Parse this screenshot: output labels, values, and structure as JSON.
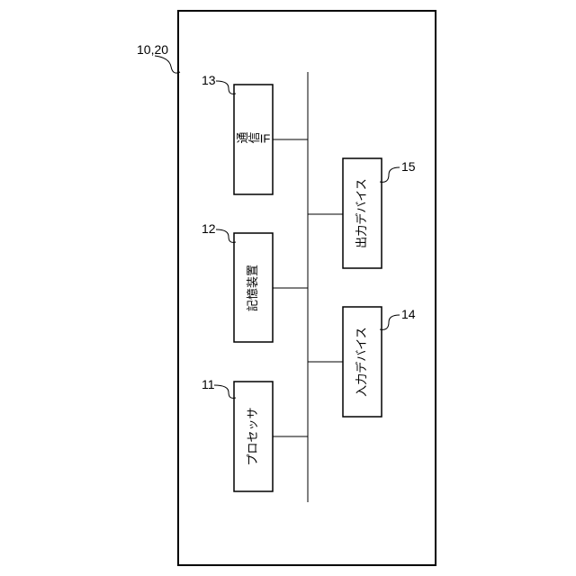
{
  "device": {
    "ref": "10,20"
  },
  "blocks": [
    {
      "id": "comm-if",
      "ref": "13",
      "label": "通信IF"
    },
    {
      "id": "storage",
      "ref": "12",
      "label": "記憶装置"
    },
    {
      "id": "processor",
      "ref": "11",
      "label": "プロセッサ"
    },
    {
      "id": "output-device",
      "ref": "15",
      "label": "出力デバイス"
    },
    {
      "id": "input-device",
      "ref": "14",
      "label": "入力デバイス"
    }
  ]
}
